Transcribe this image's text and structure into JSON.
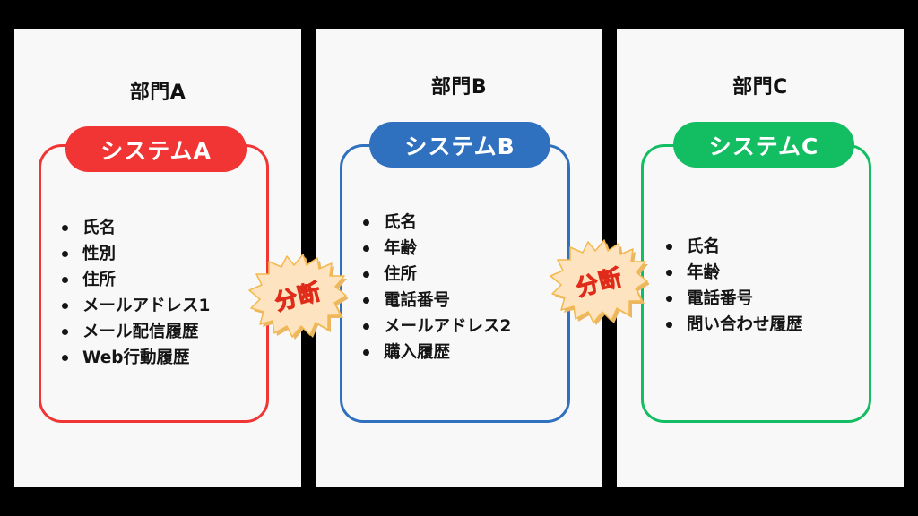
{
  "colors": {
    "background": "#000000",
    "panel": "#f8f8f8",
    "text": "#151515",
    "system_a": "#f13434",
    "system_b": "#2f70bf",
    "system_c": "#13bd62",
    "burst_fill": "#fde3bf",
    "burst_outline": "#f4b94c",
    "burst_text": "#f4561d"
  },
  "departments": [
    {
      "title": "部門A",
      "system": {
        "label": "システムA",
        "attributes": [
          "氏名",
          "性別",
          "住所",
          "メールアドレス1",
          "メール配信履歴",
          "Web行動履歴"
        ]
      }
    },
    {
      "title": "部門B",
      "system": {
        "label": "システムB",
        "attributes": [
          "氏名",
          "年齢",
          "住所",
          "電話番号",
          "メールアドレス2",
          "購入履歴"
        ]
      }
    },
    {
      "title": "部門C",
      "system": {
        "label": "システムC",
        "attributes": [
          "氏名",
          "年齢",
          "電話番号",
          "問い合わせ履歴"
        ]
      }
    }
  ],
  "separators": [
    {
      "label": "分断",
      "between": "部門A-部門B"
    },
    {
      "label": "分断",
      "between": "部門B-部門C"
    }
  ]
}
